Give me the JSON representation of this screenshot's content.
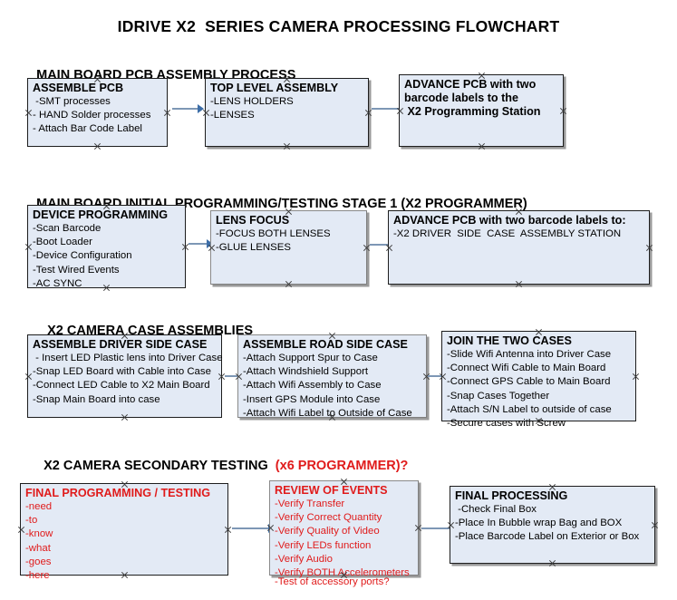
{
  "document": {
    "title": "IDRIVE X2  SERIES CAMERA PROCESSING FLOWCHART"
  },
  "colors": {
    "box_fill": "#e3eaf5",
    "box_border": "#1d1d1d",
    "arrow_shaft": "#7d97b5",
    "arrow_head": "#3d6ea8",
    "red_text": "#e01b1b",
    "black_text": "#000000",
    "background": "#ffffff"
  },
  "sections": [
    {
      "heading": "MAIN BOARD PCB ASSEMBLY PROCESS",
      "heading_red": "",
      "boxes": [
        {
          "title": "ASSEMBLE PCB",
          "title_color": "black",
          "lines": [
            " -SMT processes",
            "- HAND Solder processes",
            "- Attach Bar Code Label"
          ]
        },
        {
          "title": "TOP LEVEL ASSEMBLY",
          "title_color": "black",
          "lines": [
            "-LENS HOLDERS",
            "-LENSES"
          ]
        },
        {
          "title": "ADVANCE PCB with two",
          "title_color": "black",
          "title_lines": [
            "ADVANCE PCB with two",
            "barcode labels to the",
            " X2 Programming Station"
          ],
          "lines": []
        }
      ],
      "arrows": 2
    },
    {
      "heading": "MAIN BOARD INITIAL PROGRAMMING/TESTING STAGE 1 (X2 PROGRAMMER)",
      "heading_red": "",
      "boxes": [
        {
          "title": "DEVICE PROGRAMMING",
          "title_color": "black",
          "lines": [
            "-Scan Barcode",
            "-Boot Loader",
            "-Device Configuration",
            "-Test Wired Events",
            "-AC SYNC"
          ]
        },
        {
          "title": "LENS FOCUS",
          "title_color": "black",
          "lines": [
            "-FOCUS BOTH LENSES",
            "-GLUE LENSES"
          ]
        },
        {
          "title": "ADVANCE PCB with two barcode labels to:",
          "title_color": "black",
          "lines": [
            "-X2 DRIVER  SIDE  CASE  ASSEMBLY STATION"
          ]
        }
      ],
      "arrows": 2
    },
    {
      "heading": "X2 CAMERA CASE ASSEMBLIES",
      "heading_red": "",
      "boxes": [
        {
          "title": "ASSEMBLE DRIVER SIDE CASE",
          "title_color": "black",
          "lines": [
            " - Insert LED Plastic lens into Driver Case",
            "-Snap LED Board with Cable into Case",
            "-Connect LED Cable to X2 Main Board",
            "-Snap Main Board into case"
          ]
        },
        {
          "title": "ASSEMBLE ROAD SIDE CASE",
          "title_color": "black",
          "lines": [
            "-Attach Support Spur to Case",
            "-Attach Windshield Support",
            "-Attach Wifi Assembly to Case",
            "-Insert GPS Module into Case",
            "-Attach Wifi Label to Outside of Case"
          ]
        },
        {
          "title": "JOIN THE TWO CASES",
          "title_color": "black",
          "lines": [
            "-Slide Wifi Antenna into Driver Case",
            "-Connect Wifi Cable to Main Board",
            "-Connect GPS Cable to Main Board",
            "-Snap Cases Together",
            "-Attach S/N Label to outside of case",
            "-Secure cases with Screw"
          ]
        }
      ],
      "arrows": 2
    },
    {
      "heading": "X2 CAMERA SECONDARY TESTING  ",
      "heading_red": "(x6 PROGRAMMER)?",
      "boxes": [
        {
          "title": "FINAL PROGRAMMING / TESTING",
          "title_color": "red",
          "lines": [
            "-need",
            "-to",
            "-know",
            "-what",
            "-goes",
            "-here"
          ]
        },
        {
          "title": "REVIEW OF EVENTS",
          "title_color": "red",
          "lines": [
            "-Verify Transfer",
            "-Verify Correct Quantity",
            "-Verify Quality of Video",
            "-Verify LEDs function",
            "-Verify Audio",
            "-Verify BOTH Accelerometers"
          ],
          "overflow_line": "-Test of accessory ports?"
        },
        {
          "title": "FINAL PROCESSING",
          "title_color": "black",
          "lines": [
            " -Check Final Box",
            "-Place In Bubble wrap Bag and BOX",
            "-Place Barcode Label on Exterior or Box"
          ]
        }
      ],
      "arrows": 2
    }
  ]
}
